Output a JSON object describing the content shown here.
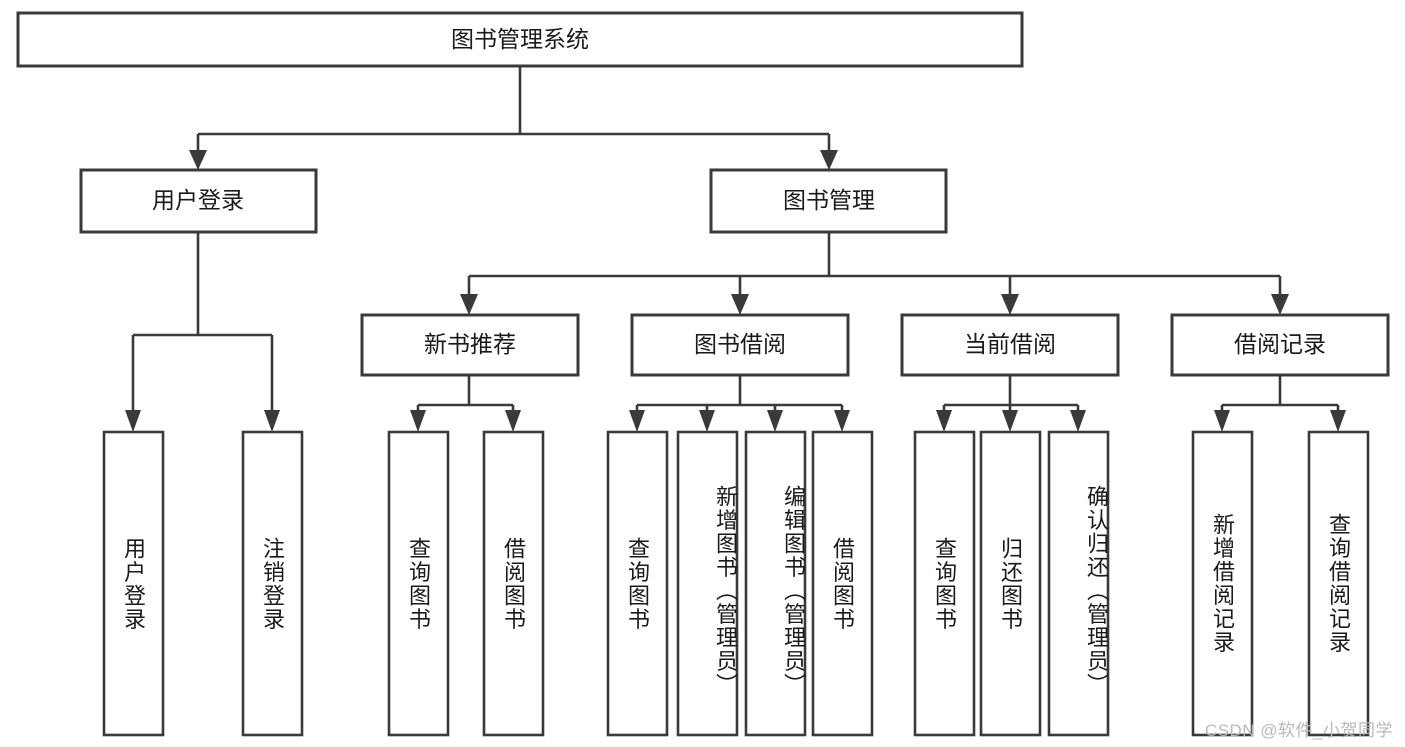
{
  "diagram": {
    "title": "图书管理系统",
    "watermark": "CSDN @软件_小贺同学",
    "levels": {
      "root": {
        "label": "图书管理系统"
      },
      "level2": [
        {
          "id": "user-login",
          "label": "用户登录"
        },
        {
          "id": "book-manage",
          "label": "图书管理"
        }
      ],
      "level3": [
        {
          "id": "new-book-recommend",
          "label": "新书推荐"
        },
        {
          "id": "book-borrow",
          "label": "图书借阅"
        },
        {
          "id": "current-borrow",
          "label": "当前借阅"
        },
        {
          "id": "borrow-record",
          "label": "借阅记录"
        }
      ],
      "leaves": [
        {
          "id": "leaf-user-login",
          "label": "用户登录",
          "parent": "user-login"
        },
        {
          "id": "leaf-logout-login",
          "label": "注销登录",
          "parent": "user-login"
        },
        {
          "id": "leaf-query-book-1",
          "label": "查询图书",
          "parent": "new-book-recommend"
        },
        {
          "id": "leaf-borrow-book-1",
          "label": "借阅图书",
          "parent": "new-book-recommend"
        },
        {
          "id": "leaf-query-book-2",
          "label": "查询图书",
          "parent": "book-borrow"
        },
        {
          "id": "leaf-add-book",
          "label": "新增图书（管理员）",
          "parent": "book-borrow"
        },
        {
          "id": "leaf-edit-book",
          "label": "编辑图书（管理员）",
          "parent": "book-borrow"
        },
        {
          "id": "leaf-borrow-book-2",
          "label": "借阅图书",
          "parent": "book-borrow"
        },
        {
          "id": "leaf-query-book-3",
          "label": "查询图书",
          "parent": "current-borrow"
        },
        {
          "id": "leaf-return-book",
          "label": "归还图书",
          "parent": "current-borrow"
        },
        {
          "id": "leaf-confirm-return",
          "label": "确认归还（管理员）",
          "parent": "current-borrow"
        },
        {
          "id": "leaf-add-record",
          "label": "新增借阅记录",
          "parent": "borrow-record"
        },
        {
          "id": "leaf-query-record",
          "label": "查询借阅记录",
          "parent": "borrow-record"
        }
      ]
    },
    "colors": {
      "stroke": "#3a3a3a",
      "fill": "#ffffff",
      "text": "#1a1a1a",
      "watermark": "#b9b9b9",
      "background": "#ffffff"
    }
  }
}
